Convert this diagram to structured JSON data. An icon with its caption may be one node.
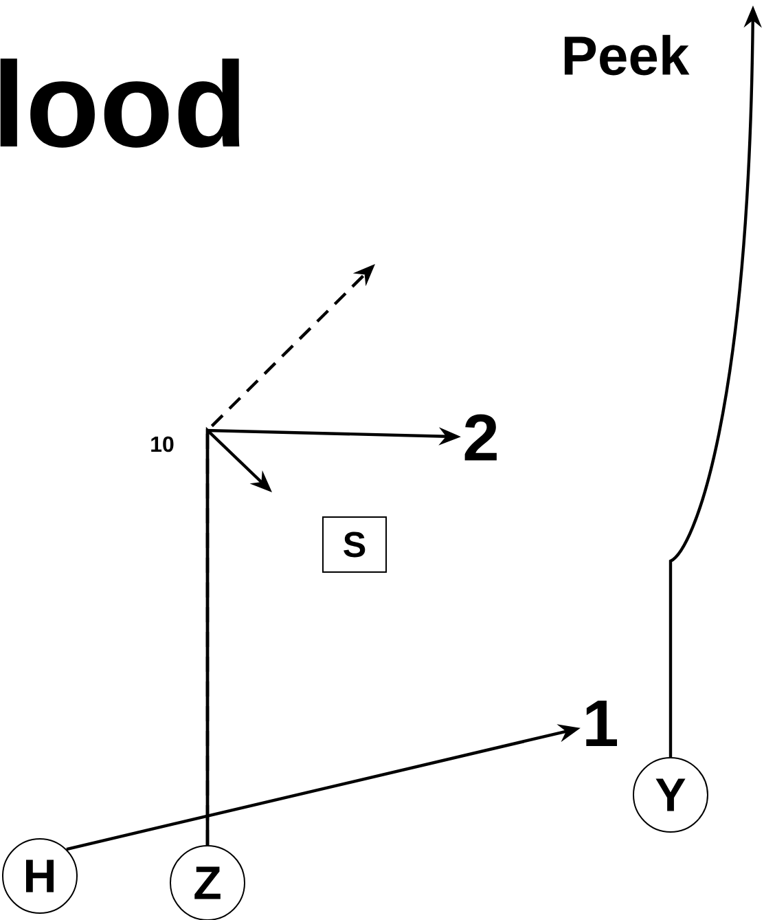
{
  "diagram": {
    "title": "lood",
    "nodes": [
      {
        "text": [
          "2"
        ]
      },
      {
        "text": [
          "S"
        ]
      },
      {
        "text": [
          "1"
        ]
      },
      {
        "text": [
          "Y"
        ]
      },
      {
        "text": [
          "H"
        ]
      },
      {
        "text": [
          "Z"
        ]
      }
    ],
    "edges": [
      {
        "from": 4,
        "to": 2,
        "arrow": "to"
      },
      {
        "from": 5,
        "to": 0,
        "arrow": "to"
      },
      {
        "from": 5,
        "to": null,
        "arrow": "to"
      },
      {
        "from": 5,
        "to": null,
        "arrow": "to",
        "style": "dashed"
      },
      {
        "from": 3,
        "to": null,
        "arrow": "to",
        "label": "Peek"
      }
    ],
    "labels": [
      "10"
    ]
  }
}
